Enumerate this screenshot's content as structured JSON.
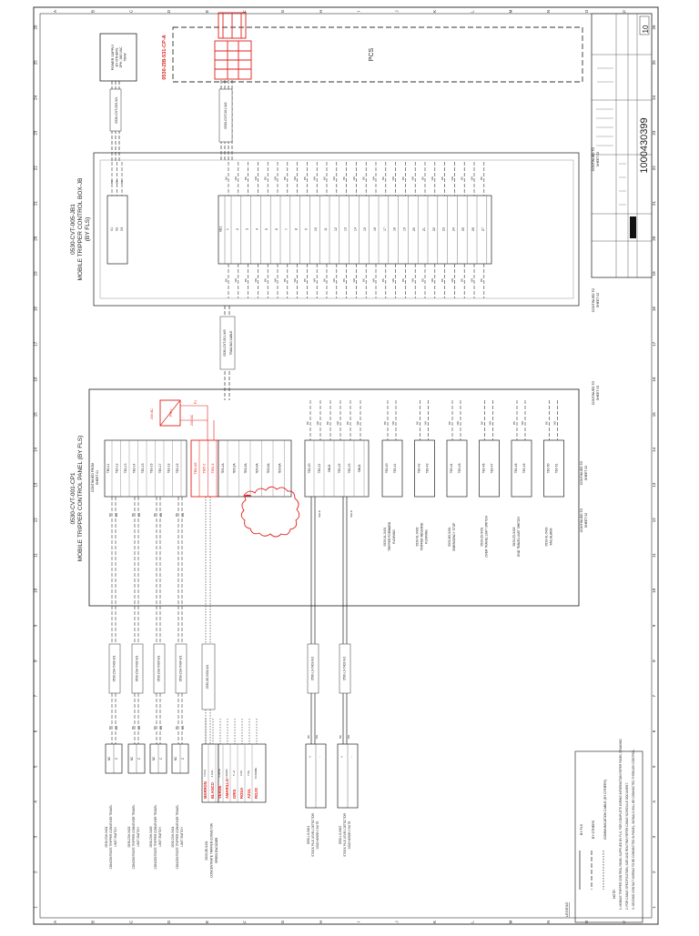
{
  "colors": {
    "ink": "#222222",
    "redline": "#e0201c",
    "dash": "#333333"
  },
  "sheet": {
    "zone_numbers": [
      "26",
      "25",
      "24",
      "23",
      "22",
      "21",
      "20",
      "19",
      "18",
      "17",
      "16",
      "15",
      "14",
      "13",
      "12",
      "11",
      "10",
      "9",
      "8",
      "7",
      "6",
      "5",
      "4",
      "3",
      "2",
      "1"
    ],
    "zone_letters": [
      "A",
      "B",
      "C",
      "D",
      "E",
      "F",
      "G",
      "H",
      "I",
      "J",
      "K",
      "L",
      "M",
      "N",
      "O",
      "P"
    ]
  },
  "panels": {
    "cbx_title": "0530-CVT-005-JB1",
    "cbx_subtitle": "MOBILE TRIPPER CONTROL BOX-JB",
    "cbx_by": "(BY FLS)",
    "mtcp_title": "0530-CVT-001-CP1",
    "mtcp_subtitle": "MOBILE TRIPPER CONTROL PANEL (BY FLS)",
    "mtcp_from": "CONTINUED FROM",
    "mtcp_from_sheet": "SHEET 01",
    "pcs": "PCS",
    "power_supply": [
      "POWER SUPPLY",
      "BY OTHERS",
      "3PH, 380 VAC",
      "75kW"
    ],
    "redline_tag": "0530-ZIB-531-CP-A"
  },
  "continued": {
    "label": "CONTINUED TO",
    "sheet_02": "SHEET 02",
    "sheet_03": "SHEET 03"
  },
  "cables": {
    "power_feed": "0530-CVT-005-W1",
    "pcs_feed": "0530-CVT-001-W2",
    "trailing": "0530-CVT-001-W3",
    "trailing_note": "TRAILING CABLE",
    "field_1": "0530-ZSH-5401-W1",
    "field_2": "0530-ZSH-5402-W1",
    "field_3": "0530-ZSH-5403-W1",
    "field_4": "0530-ZSH-5404-W1",
    "encoder": "0530-SE-5401-W1",
    "level_1": "0530-LS-5401-W1",
    "level_2": "0530-LS-5402-W1"
  },
  "terminals": {
    "cbx_power": [
      "X1",
      "X2",
      "X3"
    ],
    "cbx_header": "XD1",
    "cbx_strip": [
      "1",
      "2",
      "3",
      "4",
      "5",
      "6",
      "7",
      "8",
      "9",
      "10",
      "11",
      "12",
      "13",
      "14",
      "15",
      "16",
      "17",
      "18",
      "19",
      "20",
      "21",
      "22",
      "23",
      "24",
      "25",
      "26",
      "27"
    ],
    "mtcp_left": [
      "TB3-11",
      "TB3-12",
      "TB3-13",
      "TB3-14",
      "TB3-15",
      "TB3-16",
      "TB3-17",
      "TB3-18",
      "TB3-19"
    ],
    "mtcp_red": [
      "TB5-05",
      "TB5-2",
      "TB5-3"
    ],
    "mtcp_left2": [
      "TB5-1A",
      "TB5-2A",
      "TB5-3A",
      "TB5-4A",
      "TB5-5A",
      "TB5-6A"
    ],
    "mtcp_mid": [
      "TB3-20",
      "TB3-21",
      "SHLD",
      "TB3-22",
      "TB3-23",
      "SHLD"
    ],
    "mtcp_groups": [
      [
        "TB3-40",
        "TB3-41"
      ],
      [
        "TB3-42",
        "TB3-43"
      ],
      [
        "TB3-44",
        "TB3-45"
      ],
      [
        "TB3-46",
        "TB3-47"
      ],
      [
        "TB3-48",
        "TB3-49"
      ],
      [
        "TB3-50",
        "TB3-51"
      ]
    ]
  },
  "wires": {
    "bk": "BK",
    "wh": "WH",
    "shld": "SHLD",
    "nc": "NC",
    "c": "C",
    "plus": "+",
    "minus": "-",
    "ac": "24V AC",
    "dc": "24V DC",
    "fuse": "F1",
    "psu": "PSU"
  },
  "devices": {
    "ls": [
      [
        "0530-ZSH-5401",
        "CONCENTRATE TRIPPER CONVEYOR TRAVEL",
        "LIMIT SWITCH"
      ],
      [
        "0530-ZSH-5402",
        "CONCENTRATE TRIPPER CONVEYOR TRAVEL",
        "LIMIT SWITCH"
      ],
      [
        "0530-ZSH-5403",
        "CONCENTRATE TRIPPER CONVEYOR TRAVEL",
        "LIMIT SWITCH"
      ],
      [
        "0530-ZSH-5404",
        "CONCENTRATE TRIPPER CONVEYOR TRAVEL",
        "LIMIT SWITCH"
      ]
    ],
    "encoder": [
      "0530-SE-5401",
      "CONCENTRATE TRIPPER CONVEYOR",
      "SPEED ENCODER"
    ],
    "encoder_pins": [
      "1 CLK",
      "2 CLK-",
      "3 DATA",
      "4 DATA-",
      "5 +V",
      "6 0V",
      "7 PE",
      "8 FRAME"
    ],
    "encoder_colors": [
      "MARRON",
      "BLANCO",
      "VERDE",
      "AMARILLO",
      "GRIS",
      "ROSA",
      "AZUL",
      "ROJO"
    ],
    "level": [
      [
        "0530-LS-5401",
        "STOCK PILE LEVEL DETECTOR",
        "DISCHARGE CHUTE"
      ],
      [
        "0530-LS-5402",
        "STOCK PILE LEVEL DETECTOR",
        "DISCHARGE CHUTE"
      ]
    ],
    "status": [
      [
        "0530-XL-5401",
        "TRIPPER FORWARD",
        "RUNNING"
      ],
      [
        "0530-XL-5402",
        "TRIPPER REVERSE",
        "RUNNING"
      ],
      [
        "0530-HS-5401",
        "EMERGENCY STOP"
      ],
      [
        "0530-ZS-5401",
        "OVER TRAVEL LIMIT SWITCH"
      ],
      [
        "0530-ZS-5402",
        "END TRAVEL LIMIT SWITCH"
      ],
      [
        "0530-XL-5403",
        "FAIL ALARM"
      ]
    ]
  },
  "notes": {
    "heading": "NOTE:",
    "lines": [
      "1.  MOBILE TRIPPER CONTROL PANEL SUPPLIED BY FLS. FOR COMPLETE WIRING INFORMATION REFER PANEL DRAWING.",
      "2.  FOR CABLE SPECIFICATION, SIZE AND ROUTING REFER CABLE SCHEDULE DOCUMENT.",
      "3.  SECOND CONTACT WIRING TO BE CONNECTED IN PANEL, SIGNALS WILL BE CONNECTED THROUGH CONTROL."
    ]
  },
  "legend": {
    "title": "LEGEND",
    "items": [
      "BY FLS",
      "BY OTHERS",
      "COMMUNICATION CABLE (BY OTHERS)"
    ]
  },
  "title_block": {
    "drawing_number": "1000430399",
    "sheet": "10"
  }
}
